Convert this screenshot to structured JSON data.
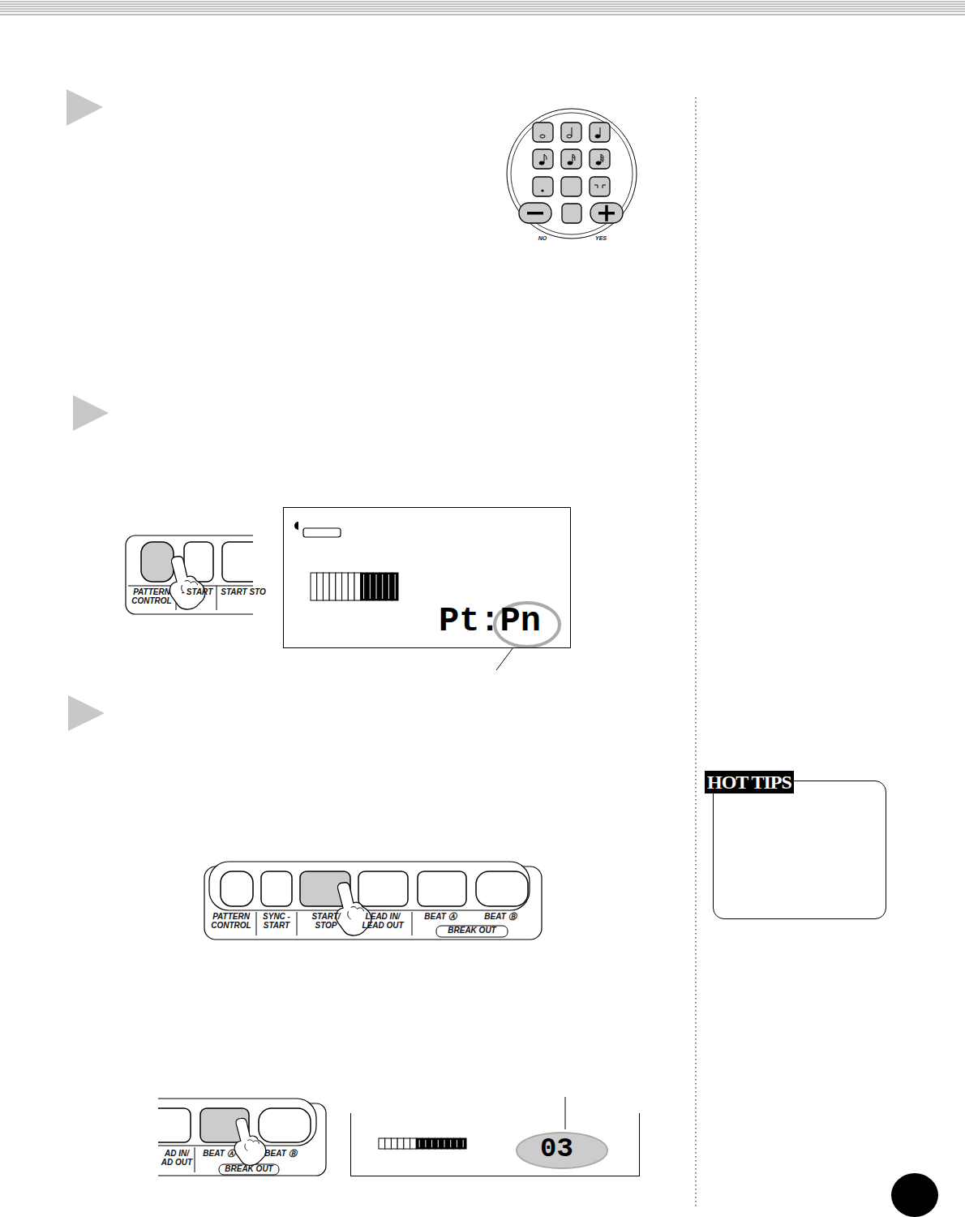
{
  "diagram": {
    "nodes": [
      {
        "text": [
          "Pt:Pn"
        ]
      },
      {
        "text": [
          "03"
        ]
      },
      {
        "text": [
          "HOT TIPS"
        ]
      }
    ],
    "labels": [
      "NO",
      "YES",
      "PATTERN CONTROL",
      "- START",
      "START STO",
      "PATTERN CONTROL",
      "SYNC - START",
      "START/ STOP",
      "LEAD IN/ LEAD OUT",
      "BEAT Ⓐ",
      "BEAT Ⓑ",
      "BREAK OUT",
      "AD IN/ AD OUT",
      "BEAT Ⓐ",
      "BEAT Ⓑ",
      "BREAK OUT"
    ]
  }
}
